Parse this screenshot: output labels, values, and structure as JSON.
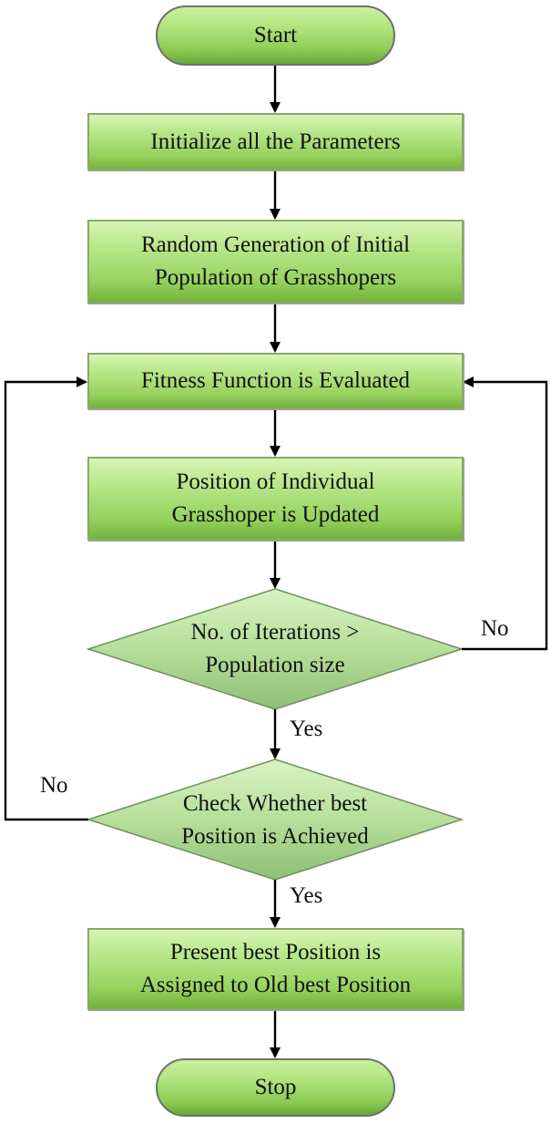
{
  "nodes": {
    "start": "Start",
    "init": "Initialize all the Parameters",
    "random_line1": "Random Generation of Initial",
    "random_line2": "Population of Grasshopers",
    "fitness": "Fitness Function is Evaluated",
    "position_line1": "Position of Individual",
    "position_line2": "Grasshoper is Updated",
    "iter_line1": "No. of Iterations >",
    "iter_line2": "Population size",
    "check_line1": "Check Whether best",
    "check_line2": "Position is Achieved",
    "assign_line1": "Present best Position is",
    "assign_line2": "Assigned to Old best Position",
    "stop": "Stop"
  },
  "edge_labels": {
    "iter_no": "No",
    "iter_yes": "Yes",
    "check_no": "No",
    "check_yes": "Yes"
  }
}
